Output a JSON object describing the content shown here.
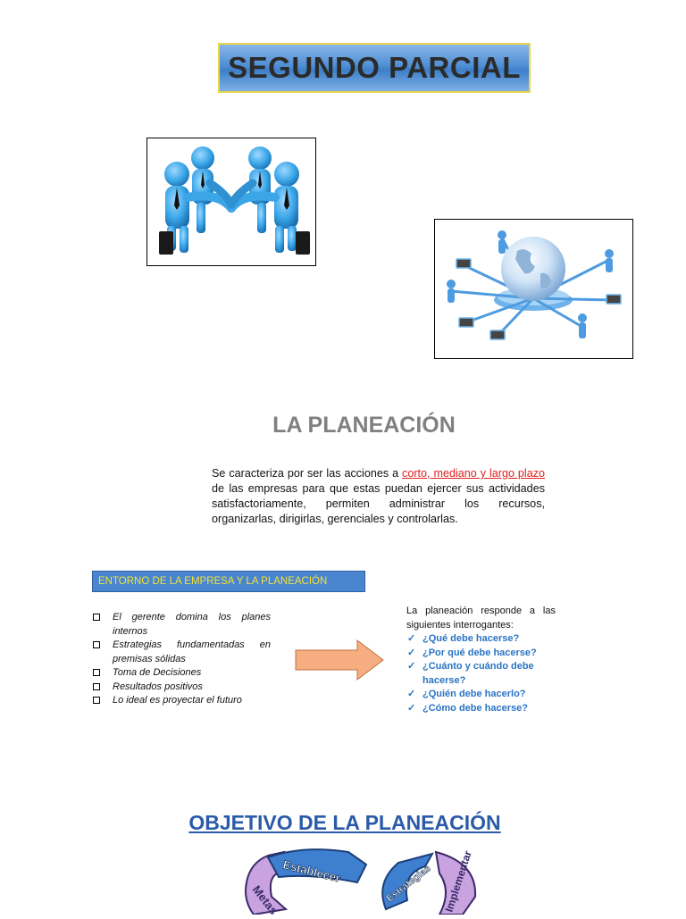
{
  "title": "SEGUNDO PARCIAL",
  "section_title": "LA PLANEACIÓN",
  "definition": {
    "text_before": "Se caracteriza por ser las acciones a ",
    "highlight": "corto, mediano y largo plazo",
    "text_after": " de las empresas para que estas puedan ejercer sus actividades satisfactoriamente, permiten administrar los recursos, organizarlas, dirigirlas, gerenciales y controlarlas."
  },
  "environment": {
    "header": "ENTORNO DE LA EMPRESA Y LA PLANEACIÓN",
    "items": [
      "El gerente domina los planes internos",
      "Estrategias fundamentadas en premisas sólidas",
      "Toma de Decisiones",
      "Resultados positivos",
      "Lo ideal es proyectar el futuro"
    ]
  },
  "questions": {
    "intro": "La planeación responde a las siguientes interrogantes:",
    "items": [
      "¿Qué debe hacerse?",
      "¿Por qué debe hacerse?",
      "¿Cuánto y cuándo debe hacerse?",
      "¿Quién debe hacerlo?",
      "¿Cómo debe hacerse?"
    ]
  },
  "objective_title": "OBJETIVO DE LA PLANEACIÓN",
  "cycle_labels": {
    "a": "Establecer",
    "b": "Metas",
    "c": "Estrategias",
    "d": "Implementar"
  },
  "colors": {
    "banner": "#4f8fd4",
    "banner_border": "#e6d64a",
    "accent_blue": "#2a74c4",
    "highlight_red": "#e02020",
    "arrow_fill": "#f6ad82"
  }
}
